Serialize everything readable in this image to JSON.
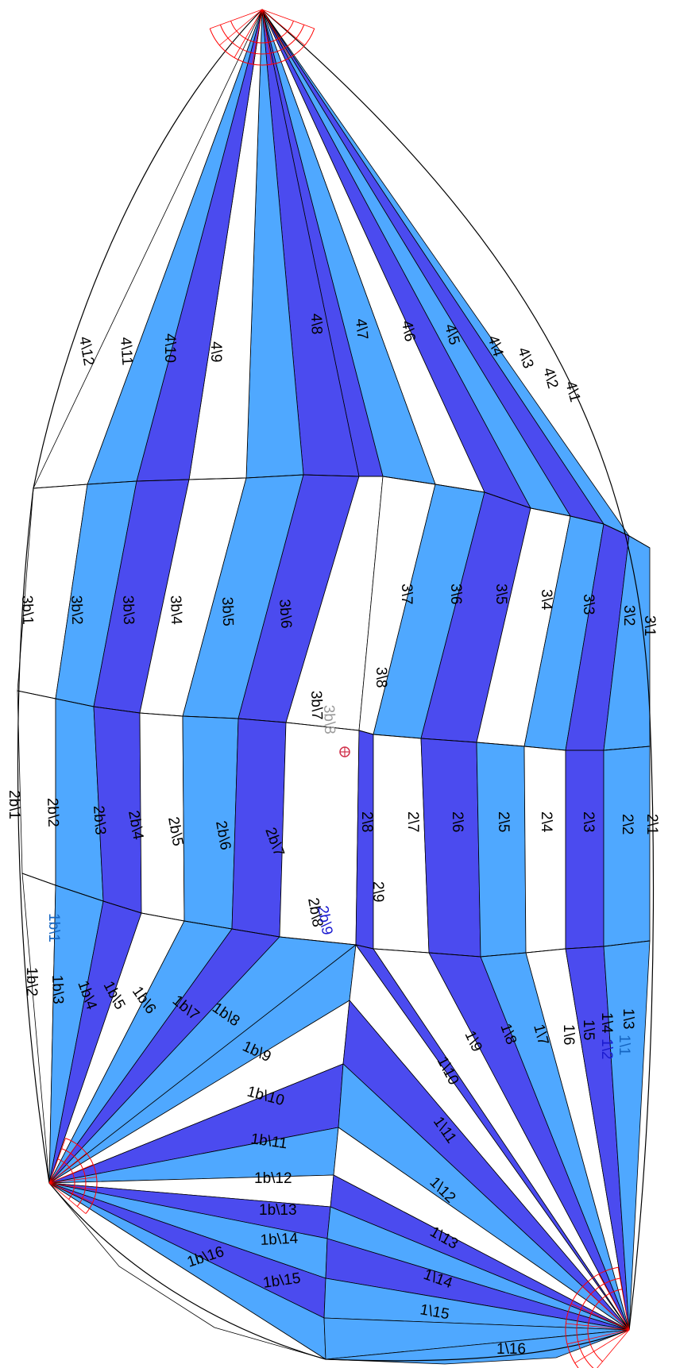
{
  "diagram": {
    "colors": {
      "white": "#ffffff",
      "light": "#4fa8ff",
      "dark": "#4b4bef",
      "outline": "#000000",
      "corner_marks": "#ff0000",
      "label_light": "#1565c0",
      "label_dark": "#1a1ad0",
      "label_grey": "#9a9a9a"
    },
    "labels": {
      "h4_1": "4\\1",
      "h4_2": "4\\2",
      "h4_3": "4\\3",
      "h4_4": "4\\4",
      "h4_5": "4\\5",
      "h4_6": "4\\6",
      "h4_7": "4\\7",
      "h4_8": "4\\8",
      "h4_9": "4\\9",
      "h4_10": "4\\10",
      "h4_11": "4\\11",
      "h4_12": "4\\12",
      "s3_1": "3\\1",
      "s3_2": "3\\2",
      "s3_3": "3\\3",
      "s3_4": "3\\4",
      "s3_5": "3\\5",
      "s3_6": "3\\6",
      "s3_7": "3\\7",
      "s3_8": "3\\8",
      "s3b_1": "3b\\1",
      "s3b_2": "3b\\2",
      "s3b_3": "3b\\3",
      "s3b_4": "3b\\4",
      "s3b_5": "3b\\5",
      "s3b_6": "3b\\6",
      "s3b_7": "3b\\7",
      "s3b_8": "3b\\8",
      "s2_1": "2\\1",
      "s2_2": "2\\2",
      "s2_3": "2\\3",
      "s2_4": "2\\4",
      "s2_5": "2\\5",
      "s2_6": "2\\6",
      "s2_7": "2\\7",
      "s2_8": "2\\8",
      "s2_9": "2\\9",
      "s2b_1": "2b\\1",
      "s2b_2": "2b\\2",
      "s2b_3": "2b\\3",
      "s2b_4": "2b\\4",
      "s2b_5": "2b\\5",
      "s2b_6": "2b\\6",
      "s2b_7": "2b\\7",
      "s2b_8": "2b\\8",
      "s2b_9": "2b\\9",
      "s1_1": "1\\1",
      "s1_2": "1\\2",
      "s1_3": "1\\3",
      "s1_4": "1\\4",
      "s1_5": "1\\5",
      "s1_6": "1\\6",
      "s1_7": "1\\7",
      "s1_8": "1\\8",
      "s1_9": "1\\9",
      "s1_10": "1\\10",
      "s1_11": "1\\11",
      "s1_12": "1\\12",
      "s1_13": "1\\13",
      "s1_14": "1\\14",
      "s1_15": "1\\15",
      "s1_16": "1\\16",
      "s1b_1": "1b\\1",
      "s1b_2": "1b\\2",
      "s1b_3": "1b\\3",
      "s1b_4": "1b\\4",
      "s1b_5": "1b\\5",
      "s1b_6": "1b\\6",
      "s1b_7": "1b\\7",
      "s1b_8": "1b\\8",
      "s1b_9": "1b\\9",
      "s1b_10": "1b\\10",
      "s1b_11": "1b\\11",
      "s1b_12": "1b\\12",
      "s1b_13": "1b\\13",
      "s1b_14": "1b\\14",
      "s1b_15": "1b\\15",
      "s1b_16": "1b\\16"
    }
  }
}
